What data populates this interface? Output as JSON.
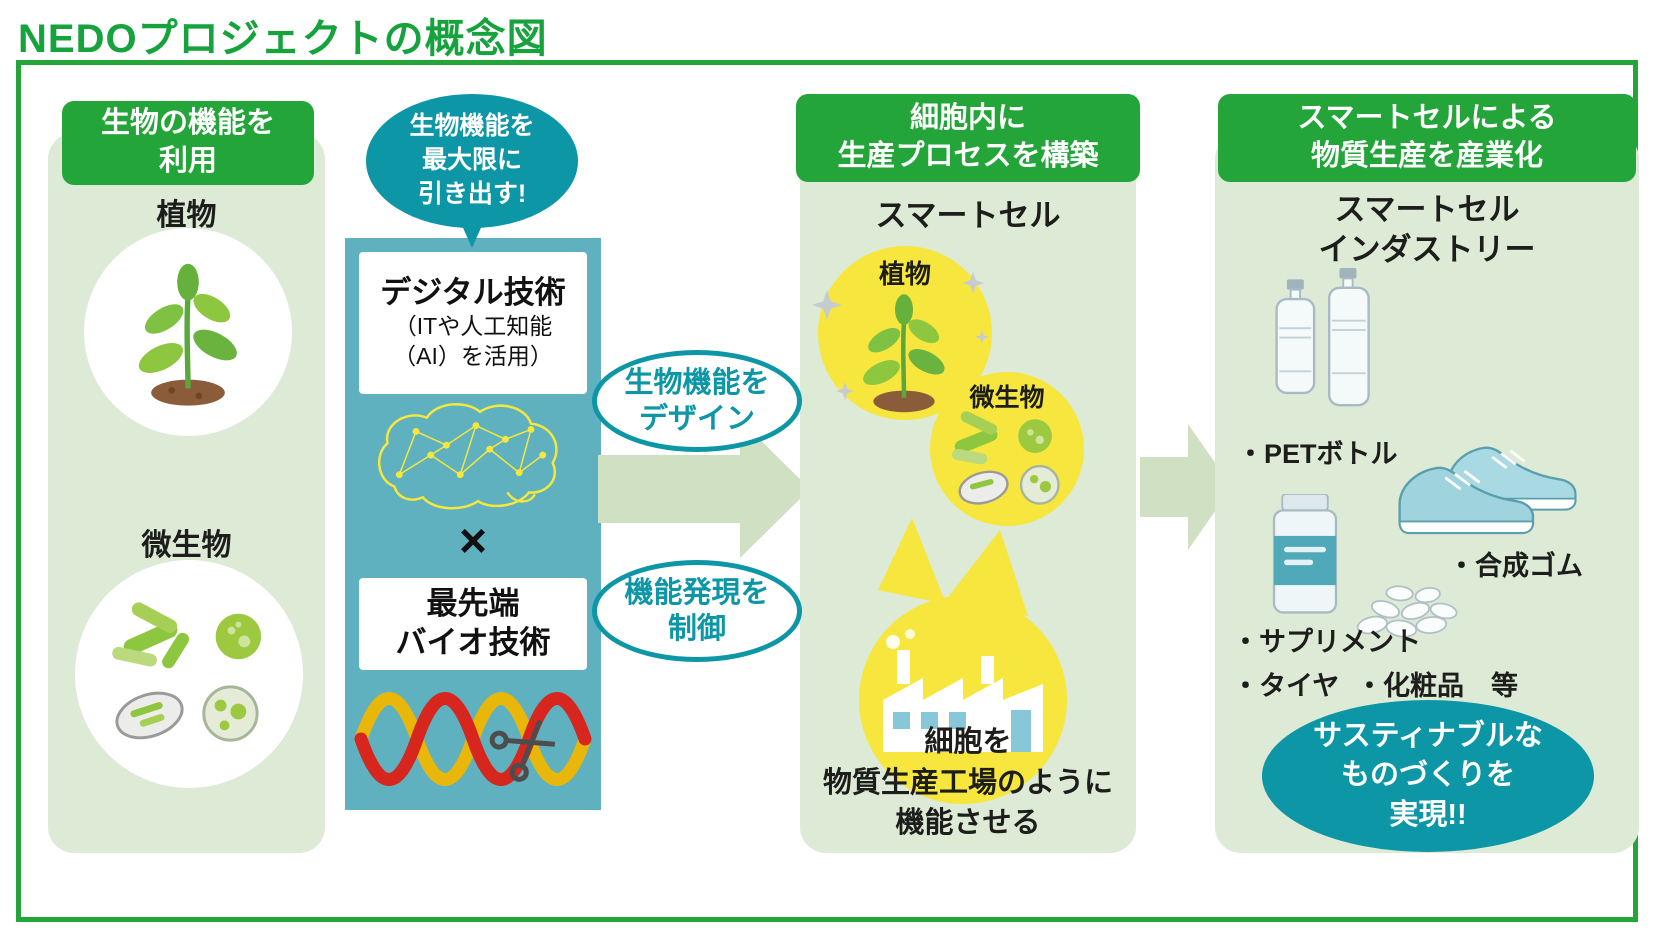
{
  "title": "NEDOプロジェクトの概念図",
  "col1": {
    "header": "生物の機能を\n利用",
    "plant_label": "植物",
    "microbe_label": "微生物"
  },
  "bubble": "生物機能を\n最大限に\n引き出す!",
  "tech": {
    "digital_title": "デジタル技術",
    "digital_sub": "（ITや人工知能\n（AI）を活用）",
    "cross": "×",
    "bio_title": "最先端\nバイオ技術"
  },
  "flow": {
    "design": "生物機能を\nデザイン",
    "control": "機能発現を\n制御"
  },
  "col3": {
    "header": "細胞内に\n生産プロセスを構築",
    "smart_cell": "スマートセル",
    "plant_label": "植物",
    "microbe_label": "微生物",
    "caption": "細胞を\n物質生産工場のように\n機能させる"
  },
  "col4": {
    "header": "スマートセルによる\n物質生産を産業化",
    "industry": "スマートセル\nインダストリー",
    "items": {
      "pet": "・PETボトル",
      "rubber": "・合成ゴム",
      "supplement": "・サプリメント",
      "tire": "・タイヤ",
      "cosmetics": "・化粧品　等"
    },
    "sustainable": "サスティナブルな\nものづくりを\n実現!!"
  },
  "colors": {
    "green": "#24a539",
    "light_green": "#dcead6",
    "teal_panel": "#5fb1c0",
    "teal_dark": "#0d96a6",
    "yellow": "#f7e63d",
    "arrow_green": "#cfe0c3"
  }
}
